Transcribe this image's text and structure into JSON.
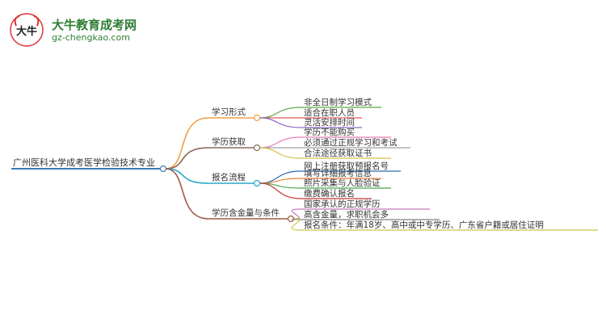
{
  "logo": {
    "brand_name": "大牛教育成考网",
    "domain": "gz-chengkao.com",
    "mark_text": "大牛"
  },
  "mindmap": {
    "root": "广州医科大学成考医学检验技术专业",
    "branches": [
      {
        "label": "学习形式",
        "color": "#f0a04a",
        "children": [
          {
            "label": "非全日制学习模式",
            "color": "#5aa845"
          },
          {
            "label": "适合在职人员",
            "color": "#e05a5a"
          },
          {
            "label": "灵活安排时间",
            "color": "#8e6cc0"
          }
        ]
      },
      {
        "label": "学历获取",
        "color": "#8b6b5a",
        "children": [
          {
            "label": "学历不能购买",
            "color": "#e879b8"
          },
          {
            "label": "必须通过正规学习和考试",
            "color": "#a0a0a0"
          },
          {
            "label": "合法途径获取证书",
            "color": "#d8c04a"
          }
        ]
      },
      {
        "label": "报名流程",
        "color": "#2aa8c8",
        "children": [
          {
            "label": "网上注册获取预报名号",
            "color": "#2a6ab8"
          },
          {
            "label": "填写详细报考信息",
            "color": "#e8803a"
          },
          {
            "label": "照片采集与人脸验证",
            "color": "#4aa84a"
          },
          {
            "label": "缴费确认报名",
            "color": "#c03a3a"
          }
        ]
      },
      {
        "label": "学历含金量与条件",
        "color": "#a05a4a",
        "children": [
          {
            "label": "国家承认的正规学历",
            "color": "#c878b8"
          },
          {
            "label": "高含金量，求职机会多",
            "color": "#808080"
          },
          {
            "label": "报名条件：年满18岁、高中或中专学历、广东省户籍或居住证明",
            "color": "#c8c84a"
          }
        ]
      }
    ]
  }
}
